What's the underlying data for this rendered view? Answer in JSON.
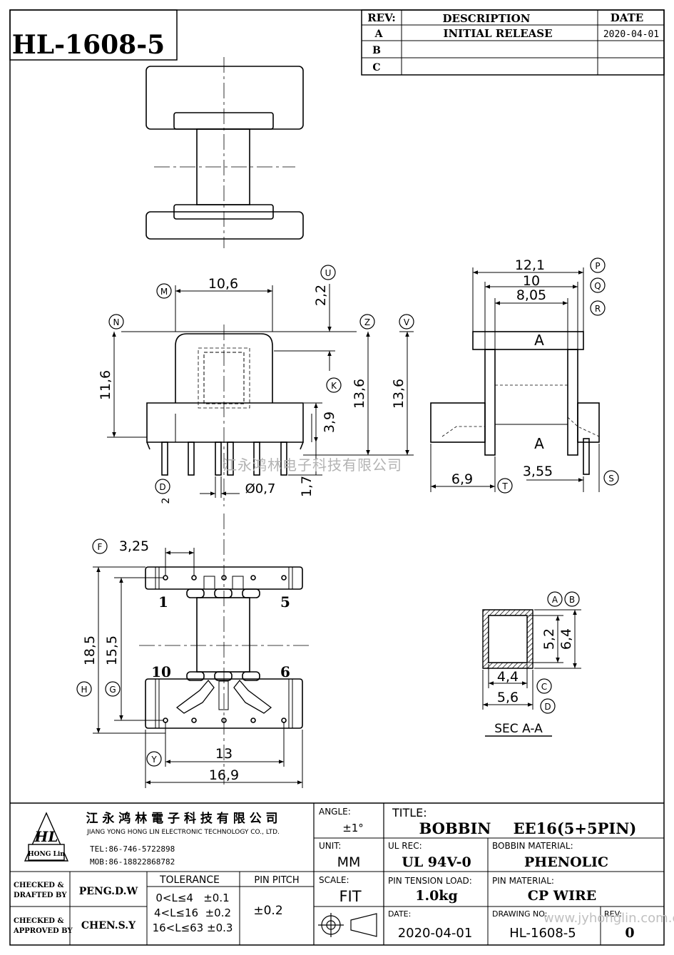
{
  "part_number": "HL-1608-5",
  "revision_table": {
    "headers": {
      "rev": "REV:",
      "description": "DESCRIPTION",
      "date": "DATE"
    },
    "rows": [
      {
        "rev": "A",
        "description": "INITIAL RELEASE",
        "date": "2020-04-01"
      },
      {
        "rev": "B",
        "description": "",
        "date": ""
      },
      {
        "rev": "C",
        "description": "",
        "date": ""
      }
    ]
  },
  "dimensions": {
    "front_width": "10,6",
    "front_height": "11,6",
    "top_gap": "2,2",
    "height_z": "13,6",
    "height_v": "13,6",
    "base_height": "3,9",
    "pin_length": "1,7",
    "pin_diameter": "Ø0,7",
    "pin_offset": "2",
    "side_width_p": "12,1",
    "side_width_q": "10",
    "side_width_r": "8,05",
    "side_left": "6,9",
    "side_right": "3,55",
    "section_label": "A",
    "pin_pitch_f": "3,25",
    "bottom_height_h": "18,5",
    "bottom_height_g": "15,5",
    "bottom_width_inner": "13",
    "bottom_width_y": "16,9",
    "sec_inner_h": "5,2",
    "sec_outer_h": "6,4",
    "sec_inner_w": "4,4",
    "sec_outer_w": "5,6",
    "sec_title": "SEC  A-A"
  },
  "callouts": {
    "M": "M",
    "N": "N",
    "U": "U",
    "Z": "Z",
    "V": "V",
    "K": "K",
    "D": "D",
    "P": "P",
    "Q": "Q",
    "R": "R",
    "T": "T",
    "S": "S",
    "F": "F",
    "H": "H",
    "G": "G",
    "Y": "Y",
    "A": "A",
    "B": "B",
    "C": "C",
    "D2": "D"
  },
  "pin_numbers": {
    "p1": "1",
    "p5": "5",
    "p10": "10",
    "p6": "6"
  },
  "watermark": "江永鸿林电子科技有限公司",
  "watermark_url": "www.jyhonglin.com.cn",
  "company": {
    "name_cn": "江 永 鸿 林 電 子 科 技 有 限 公 司",
    "name_en": "JIANG YONG HONG LIN ELECTRONIC TECHNOLOGY CO., LTD.",
    "tel": "TEL:86-746-5722898",
    "mob": "MOB:86-18822868782",
    "logo_text": "HL",
    "logo_sub": "HONG Lin"
  },
  "title_block": {
    "angle_label": "ANGLE:",
    "angle_value": "±1°",
    "title_label": "TITLE:",
    "title_value_1": "BOBBIN",
    "title_value_2": "EE16(5+5PIN)",
    "unit_label": "UNIT:",
    "unit_value": "MM",
    "ul_label": "UL REC:",
    "ul_value": "UL 94V-0",
    "bobbin_material_label": "BOBBIN MATERIAL:",
    "bobbin_material_value": "PHENOLIC",
    "checked_drafted_label_1": "CHECKED &",
    "checked_drafted_label_2": "DRAFTED BY",
    "drafted_by": "PENG.D.W",
    "checked_approved_label_1": "CHECKED &",
    "checked_approved_label_2": "APPROVED BY",
    "approved_by": "CHEN.S.Y",
    "tolerance_label": "TOLERANCE",
    "tolerance_rows": [
      "0<L≤4   ±0.1",
      "4<L≤16  ±0.2",
      "16<L≤63 ±0.3"
    ],
    "pin_pitch_label": "PIN PITCH",
    "pin_pitch_value": "±0.2",
    "scale_label": "SCALE:",
    "scale_value": "FIT",
    "pin_tension_label": "PIN TENSION LOAD:",
    "pin_tension_value": "1.0kg",
    "pin_material_label": "PIN MATERIAL:",
    "pin_material_value": "CP WIRE",
    "date_label": "DATE:",
    "date_value": "2020-04-01",
    "drawing_no_label": "DRAWING NO:",
    "drawing_no_value": "HL-1608-5",
    "rev_label": "REV:",
    "rev_value": "0"
  }
}
